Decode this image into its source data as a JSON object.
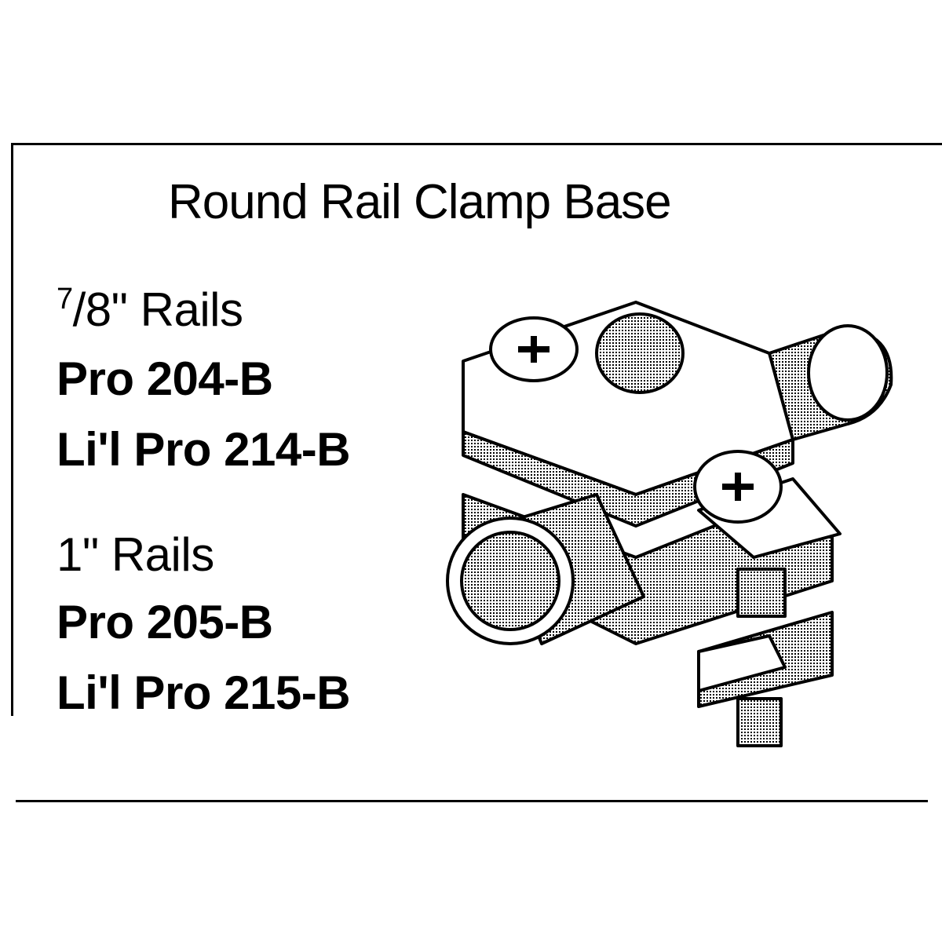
{
  "title": "Round Rail Clamp Base",
  "groups": [
    {
      "size_num": "7",
      "size_rest": "/8\" Rails",
      "models": [
        "Pro 204-B",
        "Li'l Pro 214-B"
      ]
    },
    {
      "size_label": "1\" Rails",
      "models": [
        "Pro 205-B",
        "Li'l Pro 215-B"
      ]
    }
  ]
}
